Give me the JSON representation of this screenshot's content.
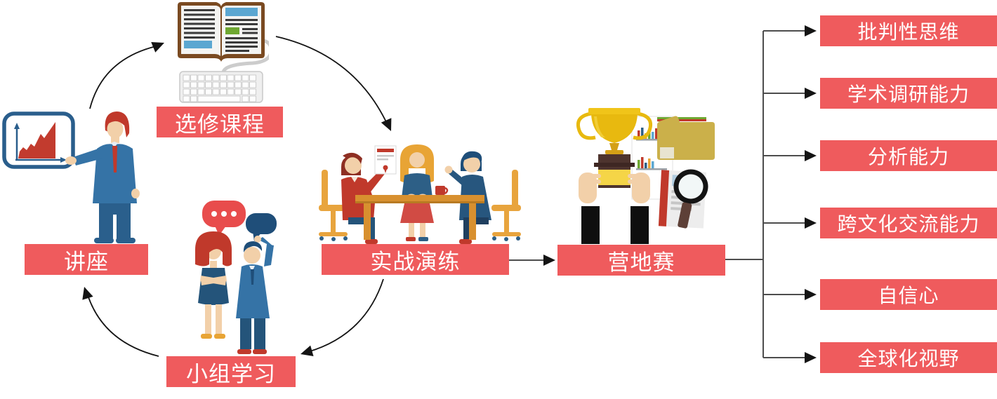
{
  "stages": [
    {
      "id": "lecture",
      "label": "讲座",
      "icon": "presenter-with-chart-board-icon"
    },
    {
      "id": "elective-course",
      "label": "选修课程",
      "icon": "open-book-keyboard-icon"
    },
    {
      "id": "practical-training",
      "label": "实战演练",
      "icon": "interview-table-icon"
    },
    {
      "id": "group-study",
      "label": "小组学习",
      "icon": "discussing-pair-icon"
    },
    {
      "id": "camp-competition",
      "label": "营地赛",
      "icon": "trophy-in-hands-icon"
    }
  ],
  "outcomes": [
    {
      "label": "批判性思维"
    },
    {
      "label": "学术调研能力"
    },
    {
      "label": "分析能力"
    },
    {
      "label": "跨文化交流能力"
    },
    {
      "label": "自信心"
    },
    {
      "label": "全球化视野"
    }
  ],
  "flow": {
    "cycle": [
      "讲座",
      "选修课程",
      "实战演练",
      "小组学习"
    ],
    "straight": [
      [
        "实战演练",
        "营地赛"
      ]
    ],
    "branch_source": "营地赛"
  },
  "colors": {
    "bar_background": "#EF5B5D",
    "bar_text": "#FFFFFF",
    "arrow": "#1A1A1A",
    "connector_line": "#4D4D4D"
  }
}
